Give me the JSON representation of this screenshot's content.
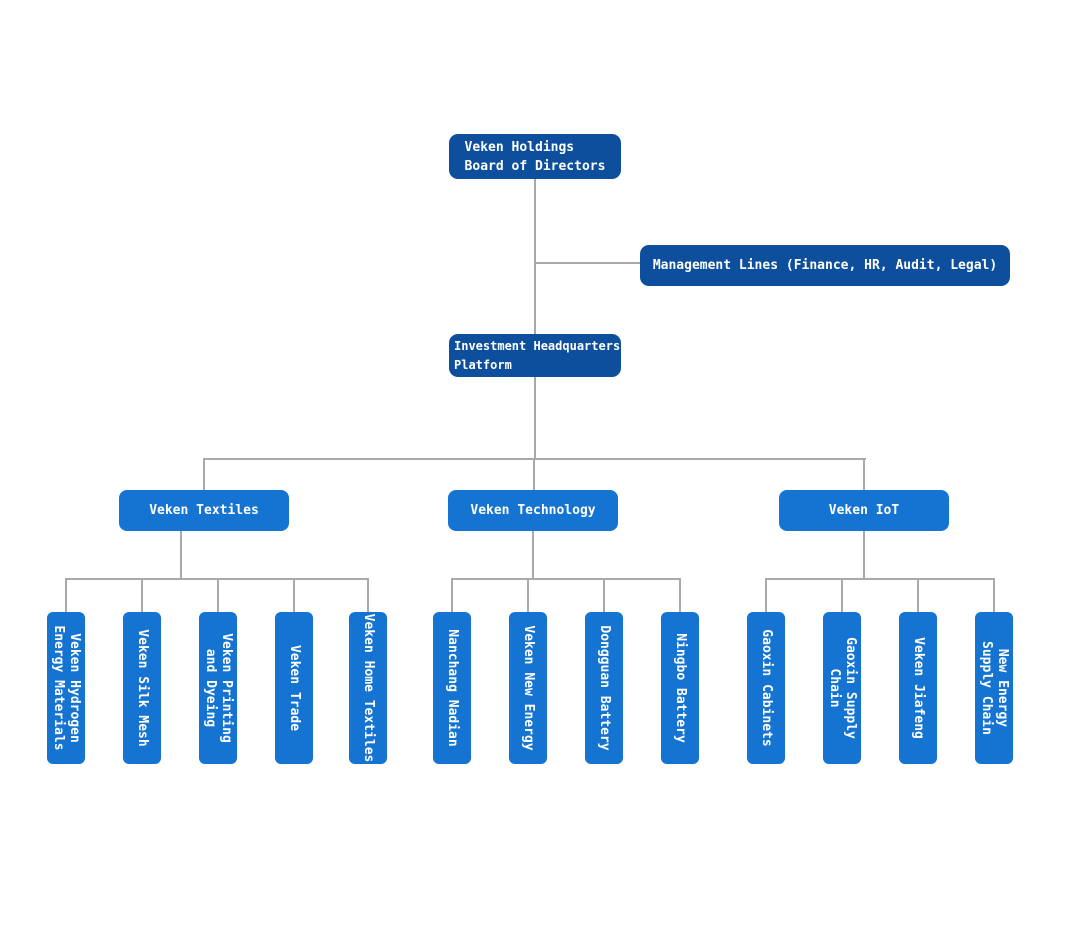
{
  "colors": {
    "node_dark": "#0d4f9d",
    "node_bright": "#1574d2",
    "connector": "#a9a9a9",
    "node_text": "#ffffff",
    "background": "#ffffff"
  },
  "org_chart": {
    "root": "Veken Holdings\nBoard of Directors",
    "management": "Management Lines (Finance, HR, Audit, Legal)",
    "platform": "Investment Headquarters\nPlatform",
    "divisions": [
      {
        "label": "Veken Textiles",
        "subsidiaries": [
          "Veken Hydrogen\nEnergy Materials",
          "Veken Silk Mesh",
          "Veken Printing\nand Dyeing",
          "Veken Trade",
          "Veken Home Textiles"
        ]
      },
      {
        "label": "Veken Technology",
        "subsidiaries": [
          "Nanchang Nadian",
          "Veken New Energy",
          "Dongguan Battery",
          "Ningbo Battery"
        ]
      },
      {
        "label": "Veken IoT",
        "subsidiaries": [
          "Gaoxin Cabinets",
          "Gaoxin Supply\nChain",
          "Veken Jiafeng",
          "New Energy\nSupply Chain"
        ]
      }
    ]
  }
}
